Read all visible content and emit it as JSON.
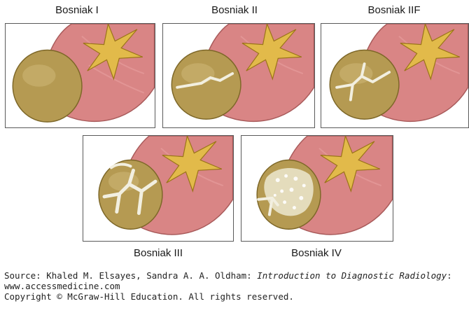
{
  "panels": [
    {
      "label": "Bosniak I"
    },
    {
      "label": "Bosniak II"
    },
    {
      "label": "Bosniak IIF"
    },
    {
      "label": "Bosniak III"
    },
    {
      "label": "Bosniak IV"
    }
  ],
  "source": {
    "prefix": "Source: Khaled M. Elsayes, Sandra A. A. Oldham: ",
    "book_title": "Introduction to Diagnostic Radiology",
    "suffix": ":",
    "url": "www.accessmedicine.com",
    "copyright": "Copyright © McGraw-Hill Education. All rights reserved."
  }
}
